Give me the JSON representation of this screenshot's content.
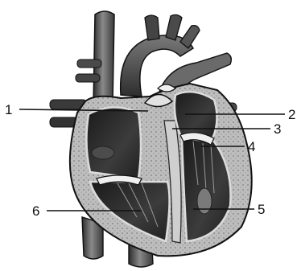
{
  "diagram": {
    "labels": [
      {
        "id": "1",
        "text": "1"
      },
      {
        "id": "2",
        "text": "2"
      },
      {
        "id": "3",
        "text": "3"
      },
      {
        "id": "4",
        "text": "4"
      },
      {
        "id": "5",
        "text": "5"
      },
      {
        "id": "6",
        "text": "6"
      }
    ]
  }
}
